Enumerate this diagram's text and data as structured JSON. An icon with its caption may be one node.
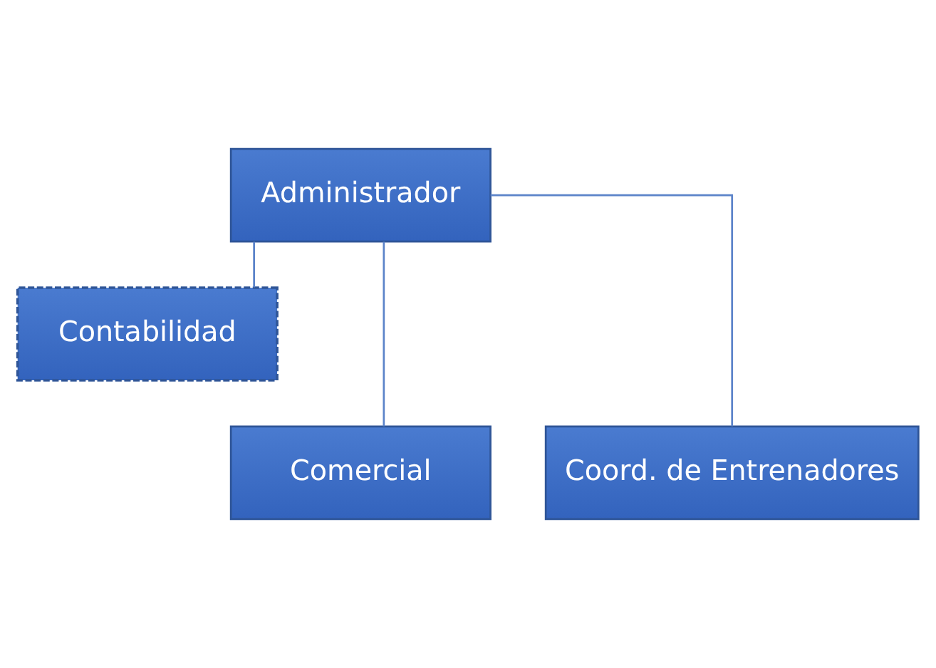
{
  "diagram": {
    "nodes": [
      {
        "text": [
          "Administrador"
        ]
      },
      {
        "text": [
          "Contabilidad"
        ]
      },
      {
        "text": [
          "Comercial"
        ]
      },
      {
        "text": [
          "Coord. de Entrenadores"
        ]
      }
    ],
    "edges": [
      {
        "from": 0,
        "to": 1,
        "arrow": "none"
      },
      {
        "from": 0,
        "to": 2,
        "arrow": "none"
      },
      {
        "from": 0,
        "to": 3,
        "arrow": "none"
      }
    ]
  }
}
